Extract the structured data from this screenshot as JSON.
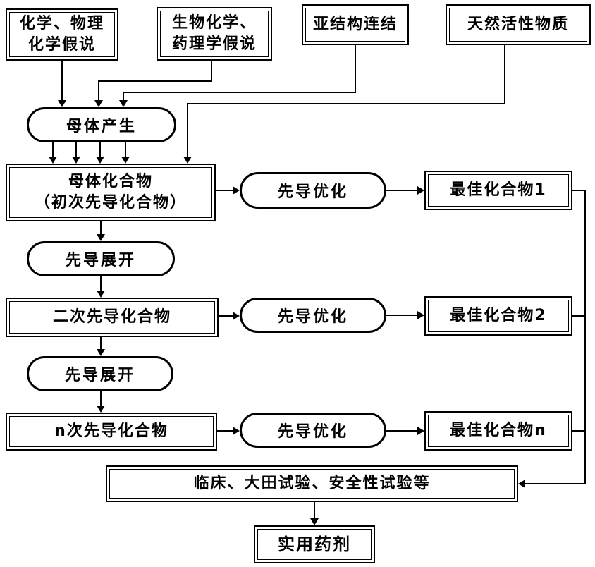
{
  "diagram_type": "flowchart",
  "nodes": {
    "hypothesis_chem": {
      "line1": "化学、物理",
      "line2": "化学假说"
    },
    "hypothesis_bio": {
      "line1": "生物化学、",
      "line2": "药理学假说"
    },
    "substructure": {
      "label": "亚结构连结"
    },
    "natural": {
      "label": "天然活性物质"
    },
    "parent_generation": {
      "label": "母体产生"
    },
    "parent_compound": {
      "line1": "母体化合物",
      "line2": "（初次先导化合物）"
    },
    "lead_optimization": {
      "label": "先导优化"
    },
    "lead_expansion": {
      "label": "先导展开"
    },
    "best1": {
      "label": "最佳化合物1"
    },
    "best2": {
      "label": "最佳化合物2"
    },
    "bestn": {
      "label": "最佳化合物n"
    },
    "secondary_lead": {
      "label": "二次先导化合物"
    },
    "nth_lead": {
      "label": "n次先导化合物"
    },
    "trials": {
      "label": "临床、大田试验、安全性试验等"
    },
    "practical": {
      "label": "实用药剂"
    }
  },
  "colors": {
    "line": "#000000",
    "node_border": "#000000",
    "background": "#ffffff",
    "text": "#000000"
  }
}
